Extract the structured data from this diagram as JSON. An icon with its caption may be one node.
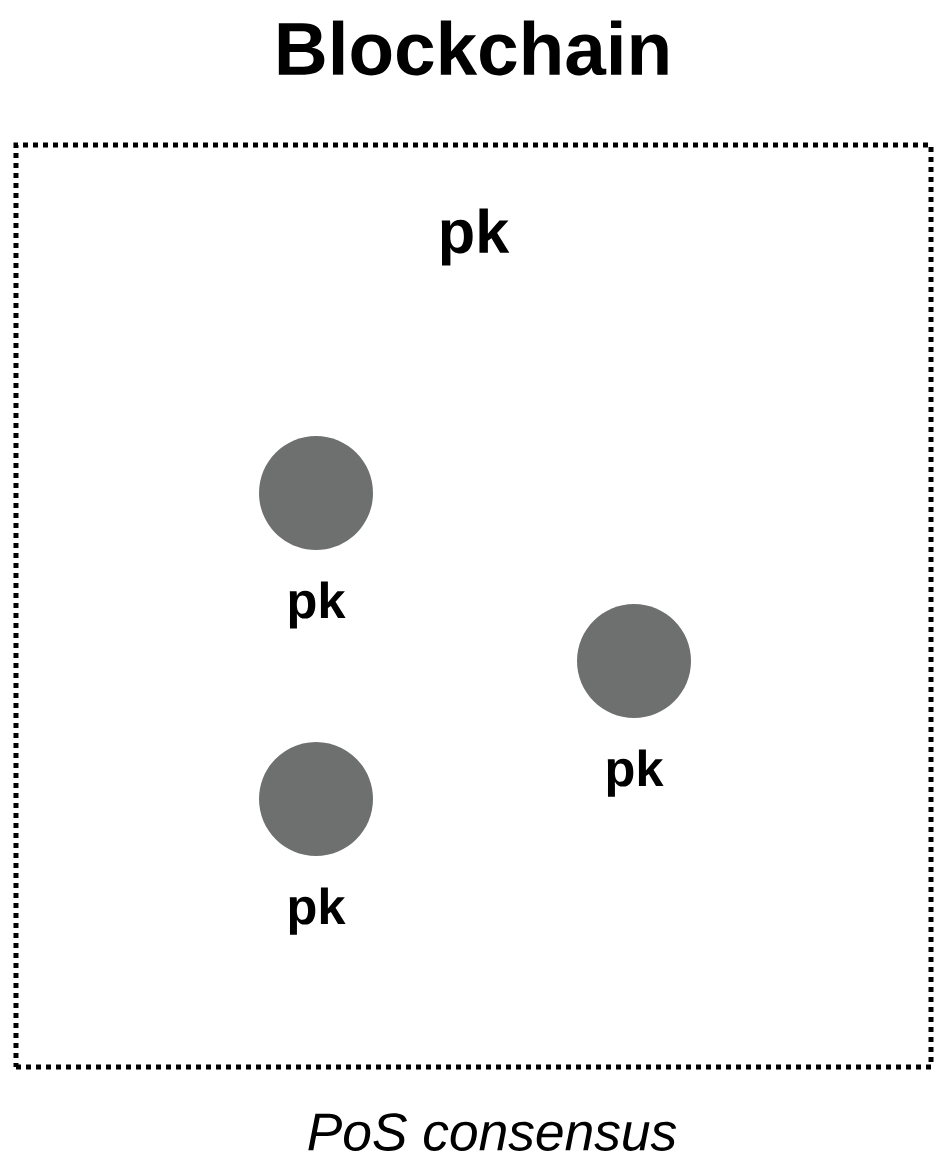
{
  "diagram": {
    "title": "Blockchain",
    "caption": "PoS consensus",
    "nodes": [
      {
        "text": [
          "pk"
        ]
      },
      {
        "text": [],
        "shape": "circle",
        "beside": [
          "pk"
        ],
        "in": 0
      },
      {
        "text": [],
        "shape": "circle",
        "beside": [
          "pk"
        ],
        "in": 0
      },
      {
        "text": [],
        "shape": "circle",
        "beside": [
          "pk"
        ],
        "in": 0
      }
    ]
  }
}
